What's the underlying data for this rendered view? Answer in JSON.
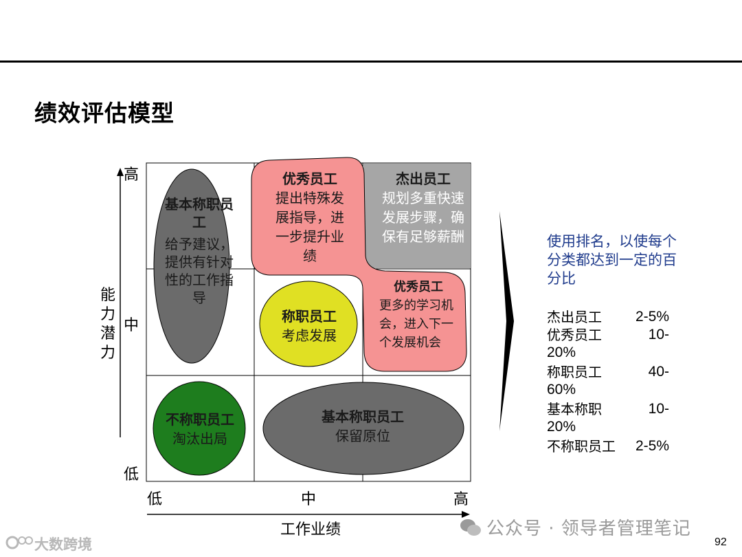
{
  "title": "绩效评估模型",
  "page_number": "92",
  "axes": {
    "y_title": "能力潜力",
    "y_ticks": [
      "高",
      "中",
      "低"
    ],
    "x_title": "工作业绩",
    "x_ticks": [
      "低",
      "中",
      "高"
    ]
  },
  "cells": {
    "basic_vertical": {
      "heading": "基本称职员工",
      "body": "给予建议，提供有针对性的工作指导",
      "color": "#6b6b6b"
    },
    "excellent_top": {
      "heading": "优秀员工",
      "body": "提出特殊发展指导，进一步提升业绩",
      "color": "#f59393"
    },
    "outstanding": {
      "heading": "杰出员工",
      "body": "规划多重快速发展步骤，确保有足够薪酬",
      "color": "#a6a6a6"
    },
    "competent": {
      "heading": "称职员工",
      "body": "考虑发展",
      "color": "#e0e023"
    },
    "excellent_mid": {
      "heading": "优秀员工",
      "body": "更多的学习机会，进入下一个发展机会"
    },
    "unqualified": {
      "heading": "不称职员工",
      "body": "淘汰出局",
      "color": "#1e7d1e"
    },
    "basic_horizontal": {
      "heading": "基本称职员工",
      "body": "保留原位",
      "color": "#6b6b6b"
    }
  },
  "note": "使用排名，以使每个分类都达到一定的百分比",
  "distribution": [
    {
      "label": "杰出员工",
      "value": "2-5%"
    },
    {
      "label": "优秀员工",
      "value": "10-",
      "value2": "20%"
    },
    {
      "label": "称职员工",
      "value": "40-",
      "value2": "60%"
    },
    {
      "label": "基本称职",
      "value": "10-",
      "value2": "20%"
    },
    {
      "label": "不称职员工",
      "value": "2-5%"
    }
  ],
  "watermark": "公众号 · 领导者管理笔记",
  "watermark_left": "大数跨境"
}
